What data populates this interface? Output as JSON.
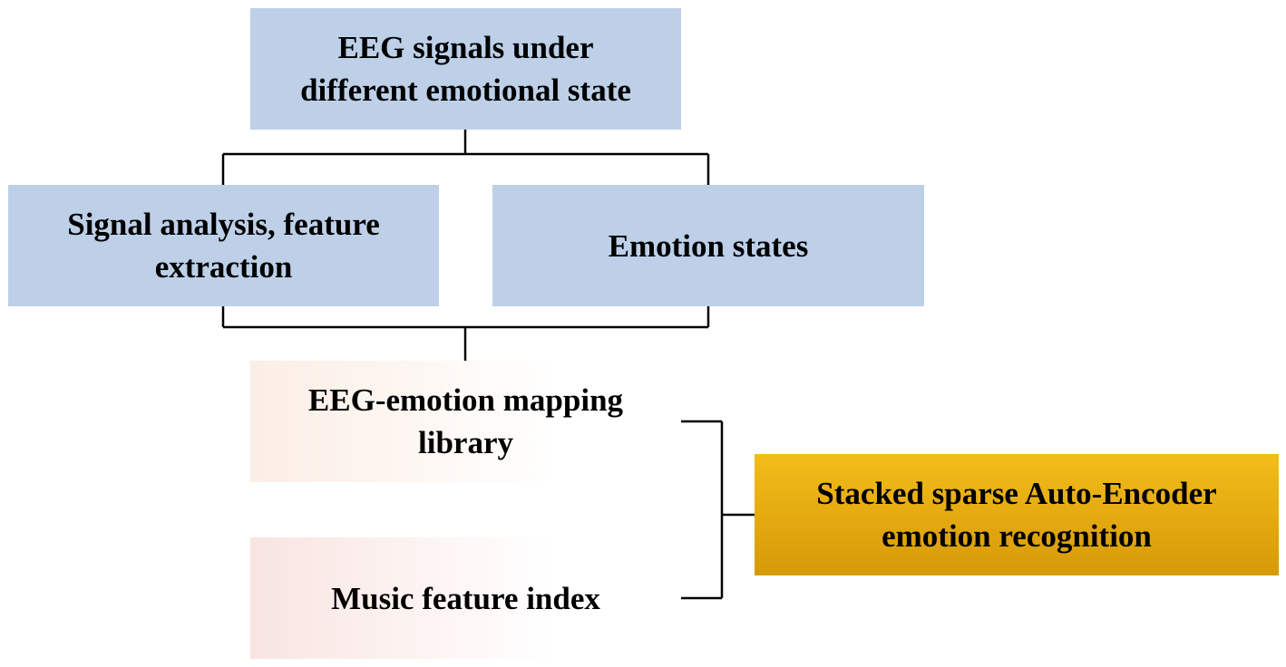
{
  "nodes": {
    "eeg_signals": {
      "label": "EEG signals under\ndifferent emotional state"
    },
    "signal_analysis": {
      "label": "Signal analysis, feature\nextraction"
    },
    "emotion_states": {
      "label": "Emotion states"
    },
    "mapping_library": {
      "label": "EEG-emotion mapping\nlibrary"
    },
    "music_feature": {
      "label": "Music feature index"
    },
    "sae_recognition": {
      "label": "Stacked sparse Auto-Encoder\nemotion recognition"
    }
  },
  "colors": {
    "blue_box": "#bdd0e8",
    "gold_box": "#e2a70f",
    "line": "#000000"
  }
}
